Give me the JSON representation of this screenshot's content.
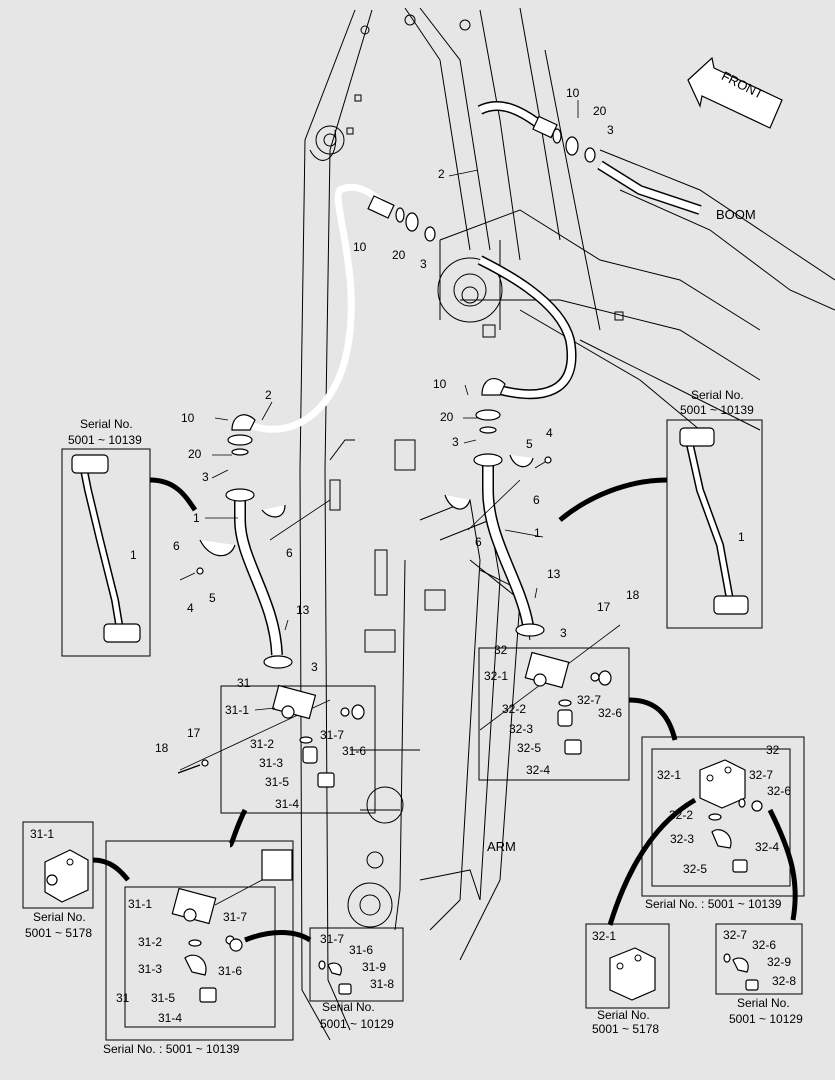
{
  "direction_label": "FRONT",
  "boom_label": "BOOM",
  "arm_label": "ARM",
  "serial_labels": {
    "serial_no": "Serial No.",
    "left_pipe": "5001 ~ 10139",
    "right_pipe": "5001 ~ 10139",
    "box31_1": "5001 ~ 5178",
    "box31": "Serial No. : 5001 ~ 10139",
    "box31_7": "5001 ~ 10129",
    "box32": "Serial No. : 5001 ~ 10139",
    "box32_1": "5001 ~ 5178",
    "box32_7": "5001 ~ 10129"
  },
  "callouts": {
    "n1": "1",
    "n2": "2",
    "n3": "3",
    "n4": "4",
    "n5": "5",
    "n6": "6",
    "n10": "10",
    "n13": "13",
    "n17": "17",
    "n18": "18",
    "n20": "20",
    "n31": "31",
    "n31_1": "31-1",
    "n31_2": "31-2",
    "n31_3": "31-3",
    "n31_4": "31-4",
    "n31_5": "31-5",
    "n31_6": "31-6",
    "n31_7": "31-7",
    "n31_8": "31-8",
    "n31_9": "31-9",
    "n32": "32",
    "n32_1": "32-1",
    "n32_2": "32-2",
    "n32_3": "32-3",
    "n32_4": "32-4",
    "n32_5": "32-5",
    "n32_6": "32-6",
    "n32_7": "32-7",
    "n32_8": "32-8",
    "n32_9": "32-9"
  }
}
